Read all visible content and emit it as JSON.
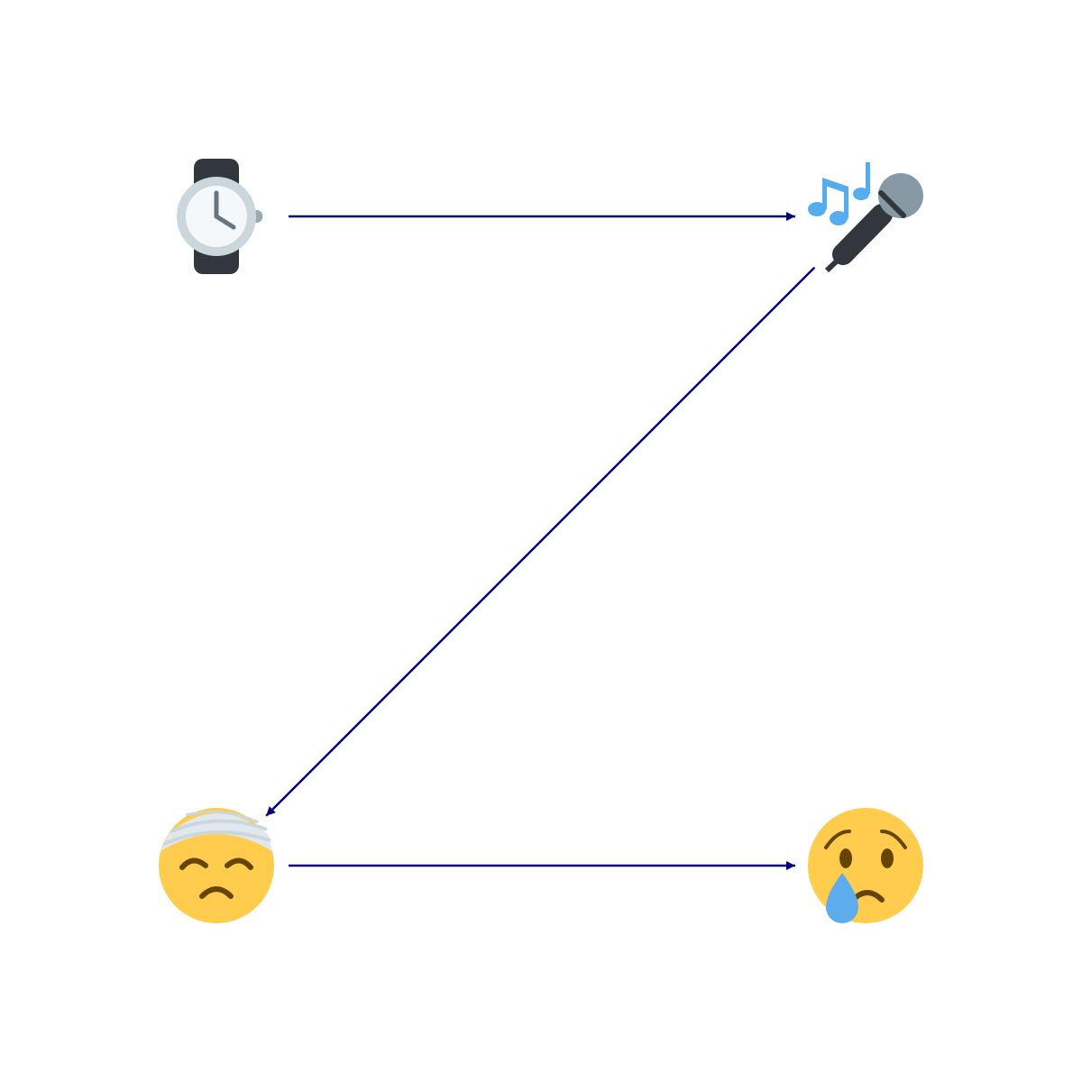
{
  "diagram": {
    "edge_color": "#000080",
    "nodes": [
      {
        "id": "watch",
        "icon": "watch-icon"
      },
      {
        "id": "karaoke",
        "icon": "microphone-music-icon"
      },
      {
        "id": "injured",
        "icon": "bandaged-head-face-icon"
      },
      {
        "id": "crying",
        "icon": "crying-face-icon"
      }
    ],
    "edges": [
      {
        "from": "watch",
        "to": "karaoke"
      },
      {
        "from": "karaoke",
        "to": "injured"
      },
      {
        "from": "injured",
        "to": "crying"
      }
    ],
    "colors": {
      "face_yellow": "#FFCC4D",
      "feature_brown": "#664500",
      "tear_blue": "#5DADEC",
      "watch_dark": "#31373D",
      "watch_face": "#CCD6DD",
      "watch_dial": "#F5F8FA",
      "watch_hands": "#66757F",
      "mic_dark": "#31373D",
      "mic_head": "#8899A6",
      "note_blue": "#55ACEE",
      "bandage_light": "#E1E8ED",
      "bandage_shade": "#CCD6DD"
    }
  }
}
